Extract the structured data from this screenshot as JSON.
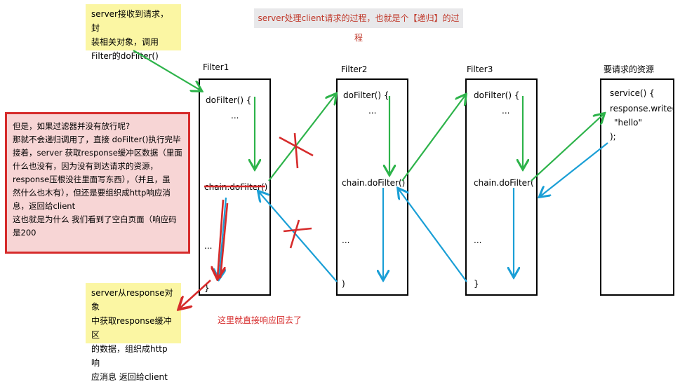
{
  "title": "server处理client请求的过程，也就是个【递归】的过程",
  "note_top": "server接收到请求，封\n装相关对象，调用\nFilter的doFilter()",
  "note_bottom": "server从response对象\n中获取response缓冲区\n的数据，组织成http响\n应消息 返回给client",
  "warning": "但是，如果过滤器并没有放行呢?\n那就不会递归调用了，直接 doFilter()执行完毕\n接着，server 获取response缓冲区数据（里面\n什么也没有，因为没有到达请求的资源，\nresponse压根没往里面写东西），（并且，虽\n然什么也木有），但还是要组织成http响应消\n息，返回给client\n这也就是为什么 我们看到了空白页面（响应码\n是200",
  "red_note": "这里就直接响应回去了",
  "filters": [
    {
      "name": "Filter1",
      "open": "doFilter() {",
      "dots1": "...",
      "chain": "chain.doFilter()",
      "dots2": "...",
      "close": "}"
    },
    {
      "name": "Filter2",
      "open": "doFilter() {",
      "dots1": "...",
      "chain": "chain.doFilter()",
      "dots2": "...",
      "close": ")"
    },
    {
      "name": "Filter3",
      "open": "doFilter() {",
      "dots1": "...",
      "chain": "chain.doFilter(",
      "dots2": "...",
      "close": "}"
    }
  ],
  "resource": {
    "label": "要请求的资源",
    "line1": "service() {",
    "line2": "response.write(",
    "line3": "\"hello\"",
    "line4": ");"
  },
  "colors": {
    "green": "#2db34a",
    "blue": "#1a9fd6",
    "red": "#d62b2b",
    "note_bg": "#fbf6a3"
  }
}
